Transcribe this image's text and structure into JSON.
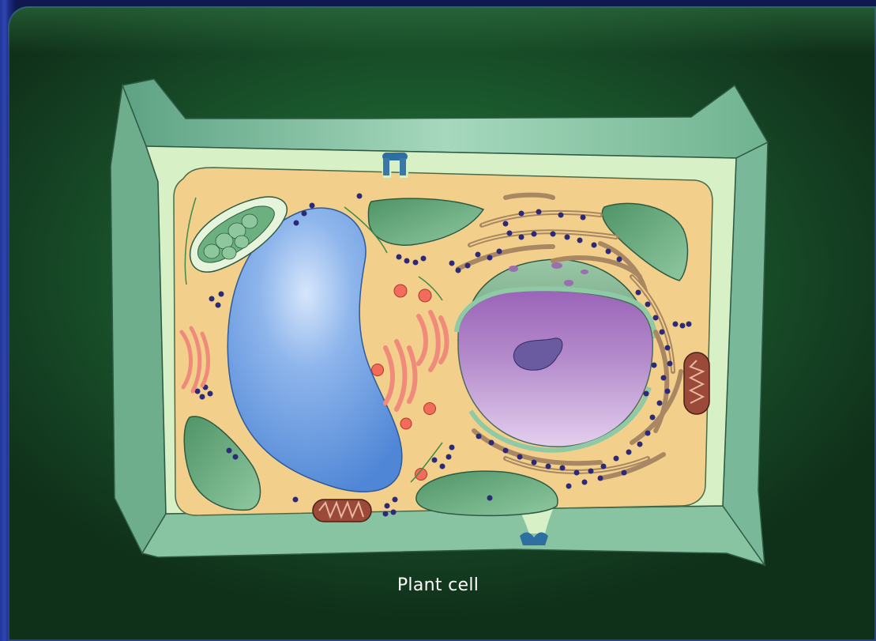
{
  "caption": "Plant cell",
  "colors": {
    "background": "#1b5c2e",
    "frame": "#1b2f8a",
    "cell_wall": "#8cc9a6",
    "cytoplasm": "#f2d08c",
    "vacuole": "#6f9fe0",
    "nucleus": "#c7a3d6",
    "chloroplast": "#5fa874",
    "mitochondrion": "#9b4a3a",
    "golgi": "#f08a7a",
    "er": "#c7a078",
    "ribosome": "#2c2a78"
  },
  "structures": [
    "cell-wall",
    "cytoplasm",
    "central-vacuole",
    "nucleus",
    "nucleolus",
    "chloroplast",
    "mitochondrion",
    "golgi-apparatus",
    "rough-er",
    "ribosomes",
    "plasmodesmata",
    "vesicles"
  ]
}
